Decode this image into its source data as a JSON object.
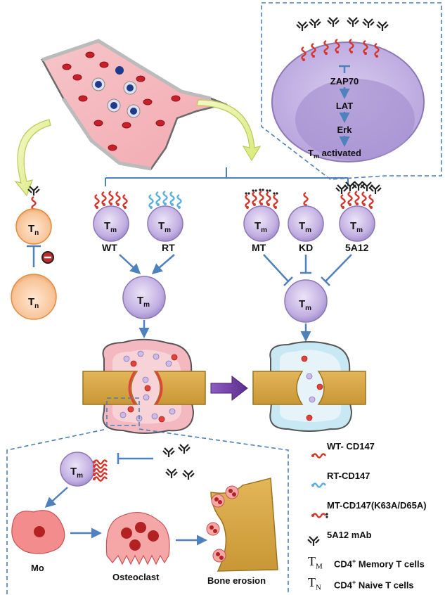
{
  "signaling": {
    "nodes": [
      "ZAP70",
      "LAT",
      "Erk"
    ],
    "activated_main": "T",
    "activated_sub": "m",
    "activated_rest": " activated"
  },
  "cells": {
    "naive_main": "T",
    "naive_sub": "n",
    "memory_main": "T",
    "memory_sub": "m"
  },
  "groups": {
    "wt": "WT",
    "rt": "RT",
    "mt": "MT",
    "kd": "KD",
    "mab": "5A12"
  },
  "process": {
    "mo": "Mo",
    "osteoclast": "Osteoclast",
    "bone_erosion": "Bone erosion"
  },
  "legend": {
    "wt_cd147": "WT- CD147",
    "rt_cd147": "RT-CD147",
    "mt_cd147": "MT-CD147(K63A/D65A)",
    "mab": "5A12 mAb",
    "tm_symbol_main": "T",
    "tm_symbol_sub": "M",
    "tm_desc_pre": "CD4",
    "tm_desc_sup": "+",
    "tm_desc_post": " Memory T cells",
    "tn_symbol_main": "T",
    "tn_symbol_sub": "N",
    "tn_desc_pre": "CD4",
    "tn_desc_sup": "+",
    "tn_desc_post": " Naive T cells"
  },
  "colors": {
    "wt_receptor": "#d8352a",
    "rt_receptor": "#5aaee0",
    "memory_cell": "#b9a6dc",
    "naive_cell": "#f4b27a",
    "arrow": "#4f81bd",
    "bone": "#d8aa48",
    "dashed_box": "#4a7fb8"
  }
}
